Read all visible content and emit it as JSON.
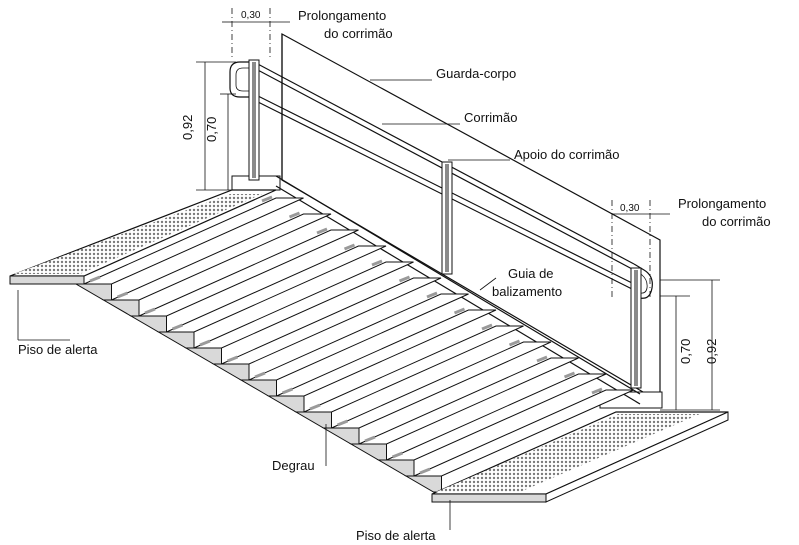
{
  "labels": {
    "prolong_top": [
      "Prolongamento",
      "do corrimão"
    ],
    "prolong_right": [
      "Prolongamento",
      "do corrimão"
    ],
    "guarda_corpo": "Guarda-corpo",
    "corrimao": "Corrimão",
    "apoio": "Apoio do corrimão",
    "guia": [
      "Guia de",
      "balizamento"
    ],
    "piso_alerta_left": "Piso de alerta",
    "piso_alerta_bottom": "Piso de alerta",
    "degrau": "Degrau"
  },
  "dimensions": {
    "ext_top": "0,30",
    "ext_right": "0,30",
    "h_left_outer": "0,92",
    "h_left_inner": "0,70",
    "h_right_inner": "0,70",
    "h_right_outer": "0,92"
  },
  "colors": {
    "line": "#111111",
    "step_side": "#d9d9d9",
    "tactile": "#8a8a8a",
    "nosing": "#9a9a9a",
    "wall": "#ffffff"
  }
}
